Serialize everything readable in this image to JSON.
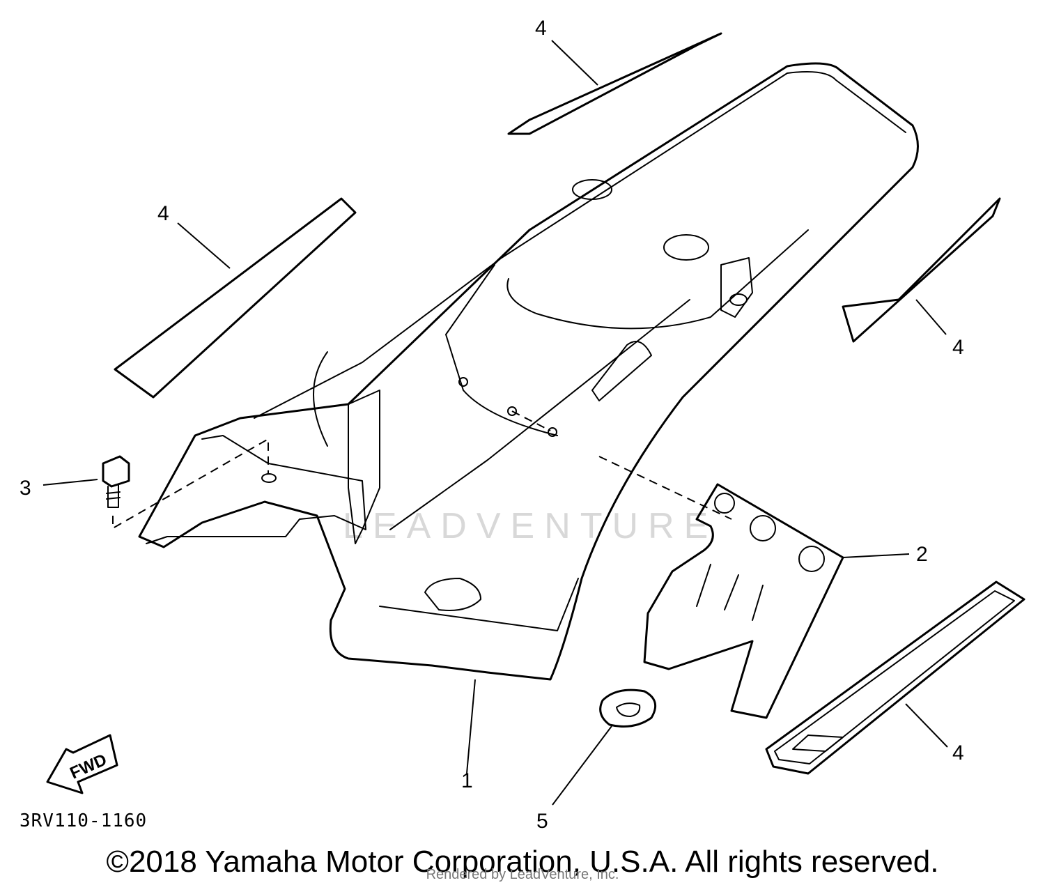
{
  "diagram": {
    "callouts": {
      "part_1": "1",
      "part_2": "2",
      "part_3": "3",
      "part_4_top": "4",
      "part_4_left": "4",
      "part_4_right": "4",
      "part_4_bottom": "4",
      "part_5": "5"
    },
    "fwd_label": "FWD",
    "diagram_code": "3RV110-1160",
    "watermark": "LEADVENTURE"
  },
  "footer": {
    "copyright": "©2018 Yamaha Motor Corporation, U.S.A. All rights reserved.",
    "rendered_by": "Rendered by LeadVenture, Inc."
  }
}
